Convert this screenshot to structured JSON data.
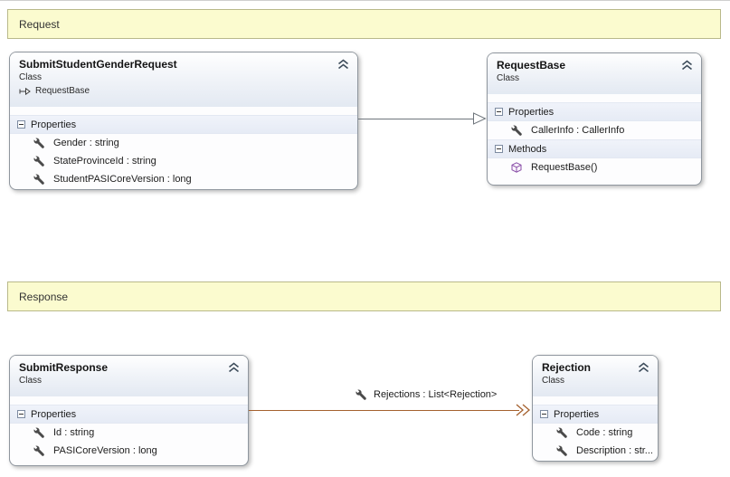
{
  "banners": {
    "request": "Request",
    "response": "Response"
  },
  "classes": {
    "ssgr": {
      "name": "SubmitStudentGenderRequest",
      "kind": "Class",
      "base": "RequestBase",
      "properties": {
        "title": "Properties",
        "members": [
          "Gender : string",
          "StateProvinceId : string",
          "StudentPASICoreVersion : long"
        ]
      }
    },
    "requestBase": {
      "name": "RequestBase",
      "kind": "Class",
      "properties": {
        "title": "Properties",
        "members": [
          "CallerInfo : CallerInfo"
        ]
      },
      "methods": {
        "title": "Methods",
        "members": [
          "RequestBase()"
        ]
      }
    },
    "submitResponse": {
      "name": "SubmitResponse",
      "kind": "Class",
      "properties": {
        "title": "Properties",
        "members": [
          "Id : string",
          "PASICoreVersion : long"
        ]
      }
    },
    "rejection": {
      "name": "Rejection",
      "kind": "Class",
      "properties": {
        "title": "Properties",
        "members": [
          "Code : string",
          "Description : str..."
        ]
      }
    }
  },
  "connectors": {
    "inheritance": {
      "type": "inheritance",
      "from": "SubmitStudentGenderRequest",
      "to": "RequestBase"
    },
    "association": {
      "type": "association",
      "from": "SubmitResponse",
      "to": "Rejection",
      "label": "Rejections : List<Rejection>"
    }
  },
  "icons": {
    "wrench": "property-wrench-icon",
    "method": "method-cube-icon",
    "expander": "collapse-expander-icon",
    "chevron": "collapse-chevron-icon",
    "base_arrow": "inheritance-arrow-icon"
  },
  "colors": {
    "banner_fill": "#fbfbcf",
    "banner_border": "#b9b98a",
    "box_border": "#8f969e",
    "header_gradient_bottom": "#e3e9f2",
    "compartment_band": "#e6ebf5",
    "inheritance_line": "#6e757c",
    "association_line": "#a5612f",
    "method_icon": "#8a4fa8",
    "wrench_icon": "#4a4a4a"
  }
}
